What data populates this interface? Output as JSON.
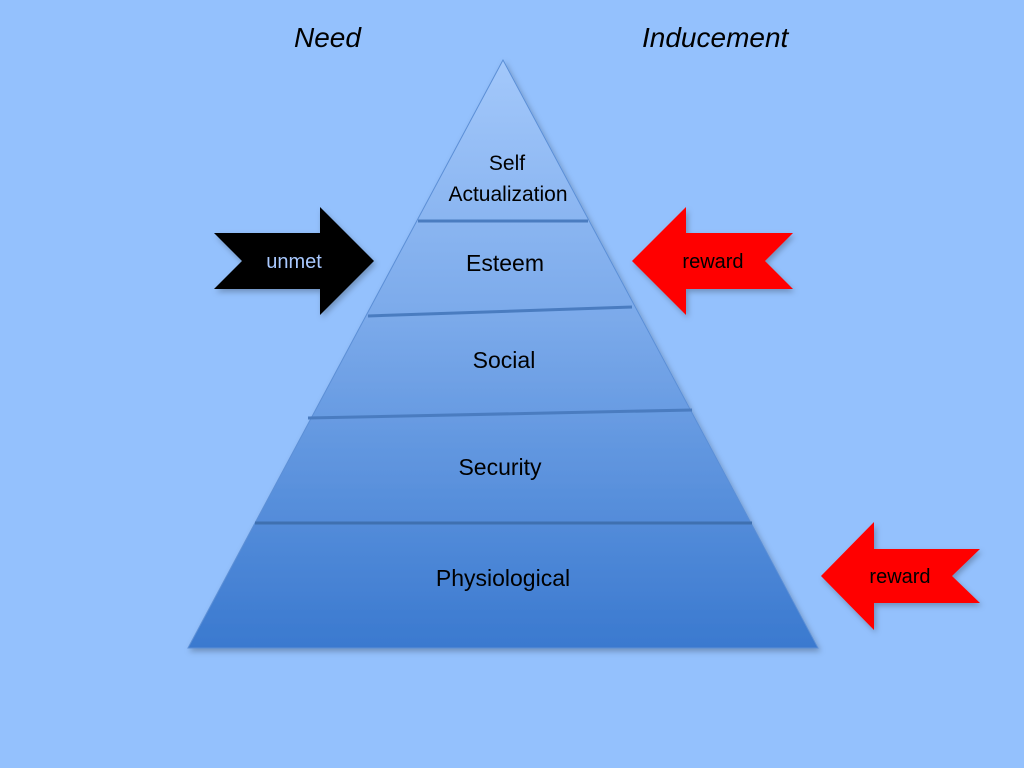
{
  "headings": {
    "need": "Need",
    "inducement": "Inducement"
  },
  "pyramid": {
    "levels": [
      {
        "line1": "Self",
        "line2": "Actualization"
      },
      {
        "label": "Esteem"
      },
      {
        "label": "Social"
      },
      {
        "label": "Security"
      },
      {
        "label": "Physiological"
      }
    ]
  },
  "arrows": {
    "unmet": {
      "label": "unmet",
      "fill": "#000000",
      "text_color": "#a9c9ff"
    },
    "reward_top": {
      "label": "reward",
      "fill": "#ff0000",
      "text_color": "#000000"
    },
    "reward_bottom": {
      "label": "reward",
      "fill": "#ff0000",
      "text_color": "#000000"
    }
  },
  "colors": {
    "background": "#94c1fd",
    "pyramid_top": "#9dc3f8",
    "pyramid_bottom": "#3b7bd0",
    "divider": "#3f70b0"
  }
}
